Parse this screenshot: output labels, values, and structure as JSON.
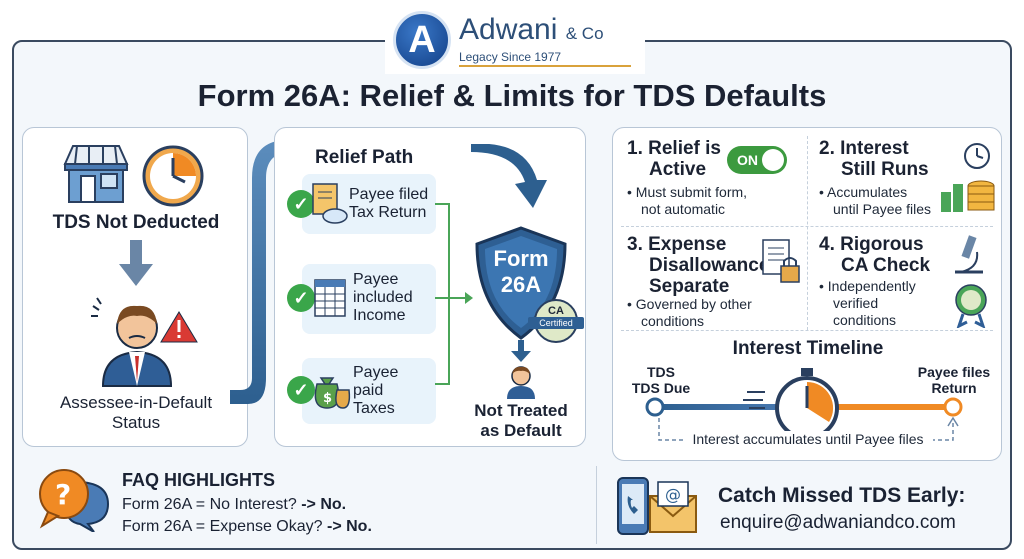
{
  "brand": {
    "logo_letter": "A",
    "name": "Adwani",
    "suffix": "& Co",
    "tagline": "Legacy Since 1977"
  },
  "title": "Form 26A: Relief & Limits for TDS Defaults",
  "left_panel": {
    "top_label": "TDS Not Deducted",
    "bottom_label_1": "Assessee-in-Default",
    "bottom_label_2": "Status"
  },
  "relief_path": {
    "heading": "Relief Path",
    "steps": [
      {
        "lines": [
          "Payee filed",
          "Tax Return"
        ]
      },
      {
        "lines": [
          "Payee",
          "included",
          "Income"
        ]
      },
      {
        "lines": [
          "Payee",
          "paid",
          "Taxes"
        ]
      }
    ],
    "shield_line1": "Form",
    "shield_line2": "26A",
    "badge_line1": "CA",
    "badge_line2": "Certified",
    "outcome_line1": "Not Treated",
    "outcome_line2": "as Default"
  },
  "points": [
    {
      "title_1": "1. Relief is",
      "title_2": "Active",
      "toggle": "ON",
      "b1": "Must submit form,",
      "b2": "not automatic"
    },
    {
      "title_1": "2. Interest",
      "title_2": "Still Runs",
      "b1": "Accumulates",
      "b2": "until Payee files"
    },
    {
      "title_1": "3. Expense",
      "title_2": "Disallowance",
      "title_3": "Separate",
      "b1": "Governed by other",
      "b2": "conditions"
    },
    {
      "title_1": "4. Rigorous",
      "title_2": "CA Check",
      "b1": "Independently",
      "b2": "verified",
      "b3": "conditions"
    }
  ],
  "timeline": {
    "heading": "Interest Timeline",
    "left_1": "TDS",
    "left_2": "TDS Due",
    "right_1": "Payee files",
    "right_2": "Return",
    "caption": "Interest accumulates until Payee files"
  },
  "faq": {
    "heading": "FAQ HIGHLIGHTS",
    "q1": "Form 26A = No Interest? ",
    "a1": "-> No.",
    "q2": "Form 26A = Expense Okay? ",
    "a2": "-> No."
  },
  "cta": {
    "heading": "Catch Missed TDS Early:",
    "email": "enquire@adwaniandco.com"
  },
  "colors": {
    "accent_blue": "#2c6aa6",
    "green": "#3aa64a",
    "orange": "#f08a24",
    "dark": "#1b2232"
  }
}
